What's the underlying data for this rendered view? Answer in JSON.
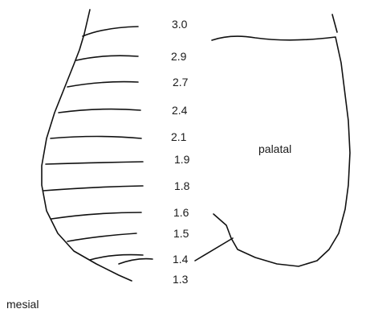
{
  "diagram": {
    "labels": {
      "region_right": "palatal",
      "region_bottom_left": "mesial"
    },
    "measurements": [
      "3.0",
      "2.9",
      "2.7",
      "2.4",
      "2.1",
      "1.9",
      "1.8",
      "1.6",
      "1.5",
      "1.4",
      "1.3"
    ]
  }
}
